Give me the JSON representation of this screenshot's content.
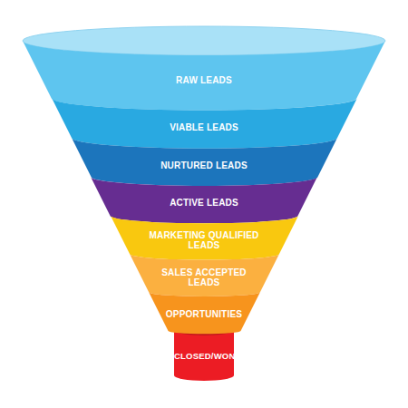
{
  "diagram": {
    "nodes": [
      {
        "text": [
          "RAW LEADS"
        ]
      },
      {
        "text": [
          "VIABLE LEADS"
        ]
      },
      {
        "text": [
          "NURTURED LEADS"
        ]
      },
      {
        "text": [
          "ACTIVE LEADS"
        ]
      },
      {
        "text": [
          "MARKETING QUALIFIED LEADS"
        ]
      },
      {
        "text": [
          "SALES ACCEPTED LEADS"
        ]
      },
      {
        "text": [
          "OPPORTUNITIES"
        ]
      },
      {
        "text": [
          "CLOSED/WON"
        ]
      }
    ]
  }
}
